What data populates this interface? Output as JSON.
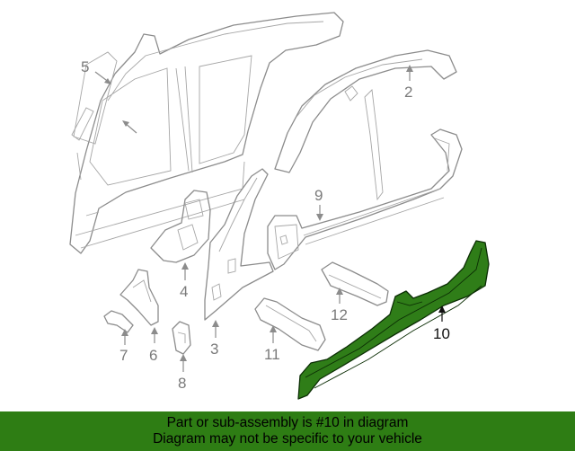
{
  "callouts": [
    {
      "id": "1",
      "label": ""
    },
    {
      "id": "2",
      "label": "2"
    },
    {
      "id": "3",
      "label": "3"
    },
    {
      "id": "4",
      "label": "4"
    },
    {
      "id": "5",
      "label": "5"
    },
    {
      "id": "6",
      "label": "6"
    },
    {
      "id": "7",
      "label": "7"
    },
    {
      "id": "8",
      "label": "8"
    },
    {
      "id": "9",
      "label": "9"
    },
    {
      "id": "10",
      "label": "10"
    },
    {
      "id": "11",
      "label": "11"
    },
    {
      "id": "12",
      "label": "12"
    }
  ],
  "highlighted_part": "10",
  "colors": {
    "highlight_fill": "#2f7d18",
    "banner_bg": "#2e7d14",
    "part_stroke": "#8c8c8c"
  },
  "banner": {
    "line1": "Part or sub-assembly is #10 in diagram",
    "line2": "Diagram may not be specific to your vehicle"
  }
}
